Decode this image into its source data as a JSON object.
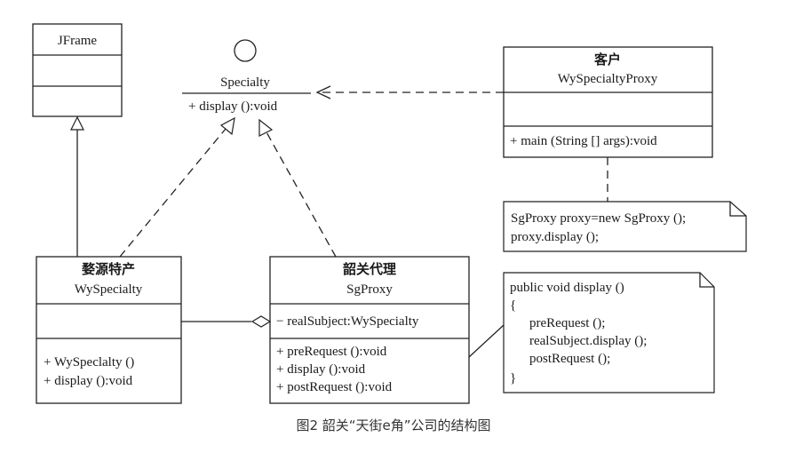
{
  "jframe": {
    "name": "JFrame"
  },
  "specialty": {
    "name": "Specialty",
    "op": "+ display ():void"
  },
  "client": {
    "title_cn": "客户",
    "name": "WySpecialtyProxy",
    "op": "+ main (String [] args):void"
  },
  "client_note": {
    "line1": "SgProxy proxy=new SgProxy ();",
    "line2": "proxy.display ();"
  },
  "real": {
    "title_cn": "婺源特产",
    "name": "WySpecialty",
    "op1": "+ WySpeclalty ()",
    "op2": "+ display ():void"
  },
  "proxy": {
    "title_cn": "韶关代理",
    "name": "SgProxy",
    "attr": "− realSubject:WySpecialty",
    "op1": "+ preRequest ():void",
    "op2": "+ display ():void",
    "op3": "+ postRequest ():void"
  },
  "proxy_note": {
    "line1": "public void display ()",
    "line2": "{",
    "line3": "preRequest ();",
    "line4": "realSubject.display ();",
    "line5": "postRequest ();",
    "line6": "}"
  },
  "caption": "图2 韶关“天街e角”公司的结构图"
}
